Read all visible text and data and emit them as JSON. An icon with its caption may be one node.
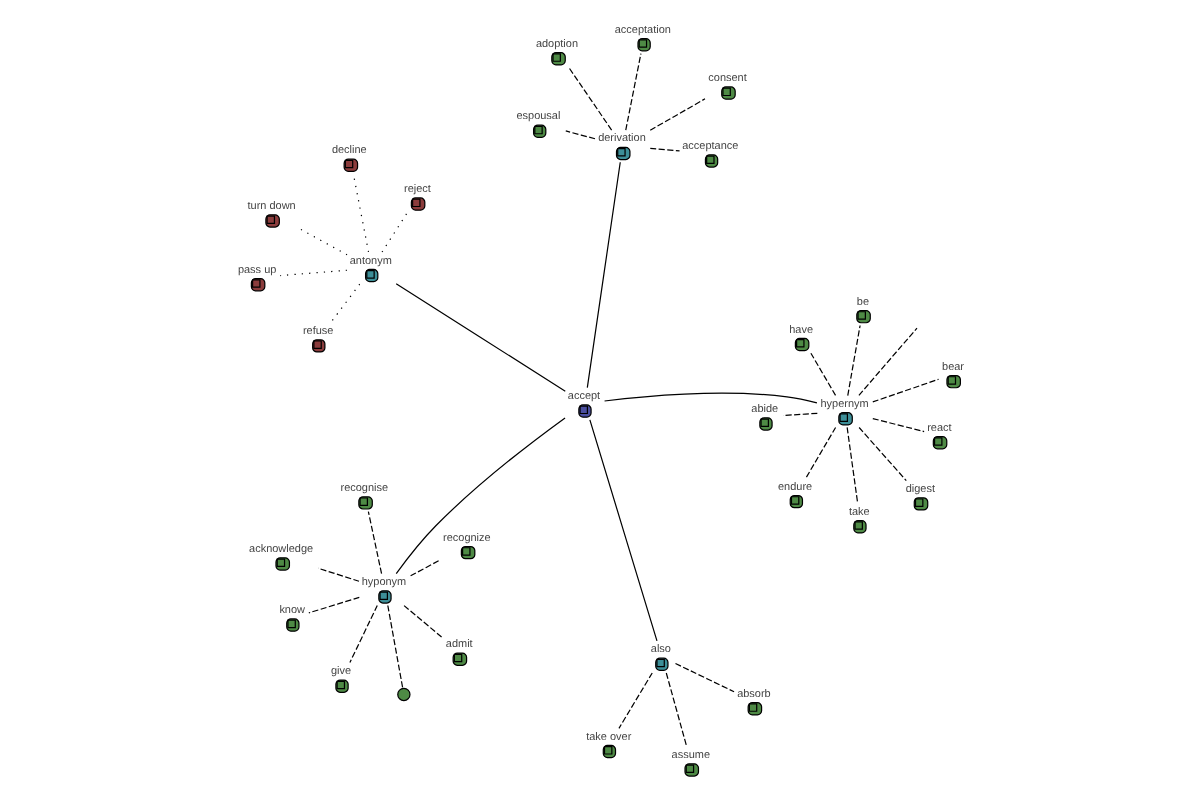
{
  "diagram": {
    "nodes": [
      {
        "text": [
          "accept"
        ]
      },
      {
        "text": [
          "hyponym"
        ]
      },
      {
        "text": [],
        "shape": "circle"
      },
      {
        "text": [
          "recognise"
        ]
      },
      {
        "text": [
          "recognize"
        ]
      },
      {
        "text": [
          "acknowledge"
        ]
      },
      {
        "text": [
          "know"
        ]
      },
      {
        "text": [
          "admit"
        ]
      },
      {
        "text": [
          "give"
        ]
      },
      {
        "text": [
          "also"
        ]
      },
      {
        "text": [
          "assume"
        ]
      },
      {
        "text": [
          "take over"
        ]
      },
      {
        "text": [
          "absorb"
        ]
      },
      {
        "text": [
          "derivation"
        ]
      },
      {
        "text": [
          "acceptation"
        ]
      },
      {
        "text": [
          "acceptance"
        ]
      },
      {
        "text": [
          "consent"
        ]
      },
      {
        "text": [
          "adoption"
        ]
      },
      {
        "text": [
          "espousal"
        ]
      },
      {
        "text": [
          "antonym"
        ]
      },
      {
        "text": [
          "refuse"
        ]
      },
      {
        "text": [
          "pass up"
        ]
      },
      {
        "text": [
          "decline"
        ]
      },
      {
        "text": [
          "reject"
        ]
      },
      {
        "text": [
          "turn down"
        ]
      },
      {
        "text": [
          "hypernym"
        ]
      },
      {
        "text": [
          "bear"
        ]
      },
      {
        "text": [
          "abide"
        ]
      },
      {
        "text": [
          "take"
        ]
      },
      {
        "text": [
          "digest"
        ]
      },
      {
        "text": [
          "be"
        ]
      },
      {
        "text": [
          "react"
        ]
      },
      {
        "text": [
          "endure"
        ]
      },
      {
        "text": [
          "have"
        ]
      }
    ],
    "edges": [
      {
        "from": 0,
        "to": 1,
        "arrow": "none"
      },
      {
        "from": 1,
        "to": 2,
        "arrow": "none",
        "style": "dashed"
      },
      {
        "from": 1,
        "to": 3,
        "arrow": "none",
        "style": "dashed"
      },
      {
        "from": 1,
        "to": 4,
        "arrow": "none",
        "style": "dashed"
      },
      {
        "from": 1,
        "to": 5,
        "arrow": "none",
        "style": "dashed"
      },
      {
        "from": 1,
        "to": 6,
        "arrow": "none",
        "style": "dashed"
      },
      {
        "from": 1,
        "to": 7,
        "arrow": "none",
        "style": "dashed"
      },
      {
        "from": 1,
        "to": 8,
        "arrow": "none",
        "style": "dashed"
      },
      {
        "from": 0,
        "to": 9,
        "arrow": "none"
      },
      {
        "from": 9,
        "to": 10,
        "arrow": "none",
        "style": "dashed"
      },
      {
        "from": 9,
        "to": 11,
        "arrow": "none",
        "style": "dashed"
      },
      {
        "from": 9,
        "to": 12,
        "arrow": "none",
        "style": "dashed"
      },
      {
        "from": 0,
        "to": 13,
        "arrow": "none"
      },
      {
        "from": 13,
        "to": 14,
        "arrow": "none",
        "style": "dashed"
      },
      {
        "from": 13,
        "to": 15,
        "arrow": "none",
        "style": "dashed"
      },
      {
        "from": 13,
        "to": 16,
        "arrow": "none",
        "style": "dashed"
      },
      {
        "from": 13,
        "to": 17,
        "arrow": "none",
        "style": "dashed"
      },
      {
        "from": 13,
        "to": 18,
        "arrow": "none",
        "style": "dashed"
      },
      {
        "from": 0,
        "to": 19,
        "arrow": "none"
      },
      {
        "from": 19,
        "to": 20,
        "arrow": "none",
        "style": "dashed"
      },
      {
        "from": 19,
        "to": 21,
        "arrow": "none",
        "style": "dashed"
      },
      {
        "from": 19,
        "to": 22,
        "arrow": "none",
        "style": "dashed"
      },
      {
        "from": 19,
        "to": 23,
        "arrow": "none",
        "style": "dashed"
      },
      {
        "from": 19,
        "to": 24,
        "arrow": "none",
        "style": "dashed"
      },
      {
        "from": 0,
        "to": 25,
        "arrow": "none"
      },
      {
        "from": 25,
        "to": 26,
        "arrow": "none",
        "style": "dashed"
      },
      {
        "from": 25,
        "to": 27,
        "arrow": "none",
        "style": "dashed"
      },
      {
        "from": 25,
        "to": 28,
        "arrow": "none",
        "style": "dashed"
      },
      {
        "from": 25,
        "to": 29,
        "arrow": "none",
        "style": "dashed"
      },
      {
        "from": 25,
        "to": 30,
        "arrow": "none",
        "style": "dashed"
      },
      {
        "from": 25,
        "to": 31,
        "arrow": "none",
        "style": "dashed"
      },
      {
        "from": 25,
        "to": null,
        "arrow": "none",
        "style": "dashed"
      },
      {
        "from": 25,
        "to": 32,
        "arrow": "none",
        "style": "dashed"
      },
      {
        "from": 25,
        "to": 33,
        "arrow": "none",
        "style": "dashed"
      }
    ]
  }
}
